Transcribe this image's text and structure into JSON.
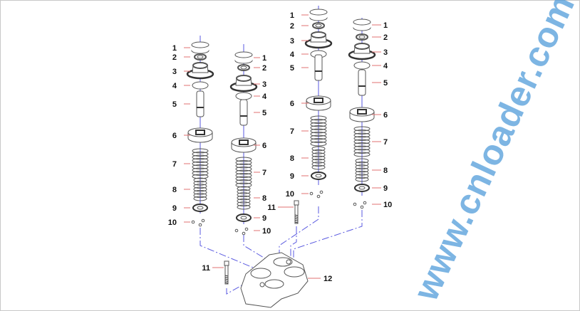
{
  "diagram": {
    "stack_a": [
      "1",
      "2",
      "3",
      "4",
      "5",
      "6",
      "7",
      "8",
      "9",
      "10"
    ],
    "stack_b": [
      "1",
      "2",
      "3",
      "4",
      "5",
      "6",
      "7",
      "8",
      "9",
      "10"
    ],
    "stack_c": [
      "1",
      "2",
      "3",
      "4",
      "5",
      "6",
      "7",
      "8",
      "9",
      "10"
    ],
    "stack_d": [
      "1",
      "2",
      "3",
      "4",
      "5",
      "6",
      "7",
      "8",
      "9",
      "10"
    ],
    "bolt_labels": [
      "11",
      "11"
    ],
    "housing_label": "12",
    "colors": {
      "leader": "#e07070",
      "axis": "#5a5ae0",
      "outline": "#555555",
      "watermark": "#4696d7"
    }
  },
  "watermark": "www.cnloader.com"
}
